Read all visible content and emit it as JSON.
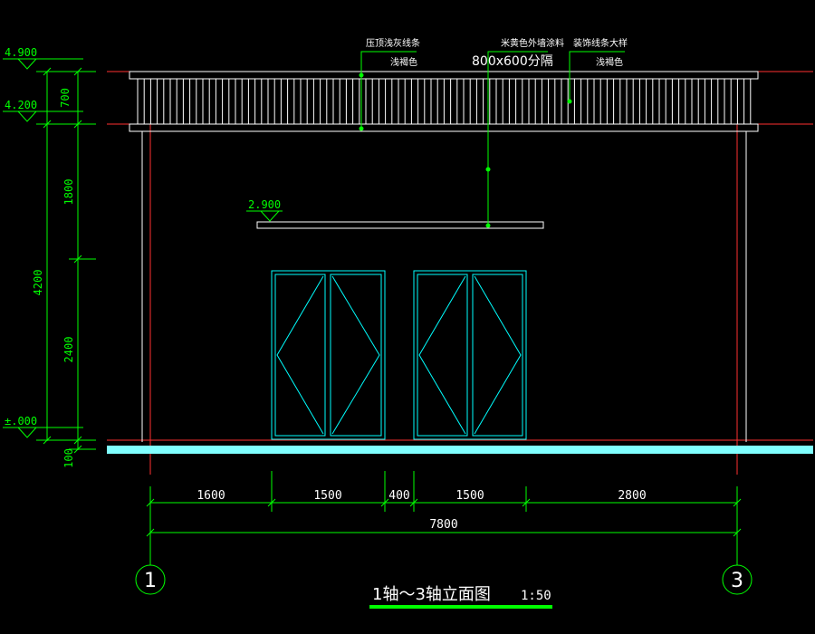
{
  "elevation_marks": [
    "4.900",
    "4.200",
    "2.900",
    "±.000"
  ],
  "vertical_dims": [
    "700",
    "1800",
    "4200",
    "2400",
    "100"
  ],
  "horizontal_dims": [
    "1600",
    "1500",
    "400",
    "1500",
    "2800"
  ],
  "total_dim": "7800",
  "annotations": {
    "left_line1": "压顶浅灰线条",
    "left_line2": "浅褐色",
    "mid_line1": "米黄色外墙涂料",
    "mid_line2": "800x600分隔",
    "right_line1": "装饰线条大样",
    "right_line2": "浅褐色"
  },
  "axis_labels": [
    "1",
    "3"
  ],
  "title": "1轴～3轴立面图",
  "scale": "1:50",
  "colors": {
    "dimension": "#00ff00",
    "outline": "#ffffff",
    "window": "#00ffff",
    "axis": "#ff3030",
    "ground": "#80ffff"
  }
}
